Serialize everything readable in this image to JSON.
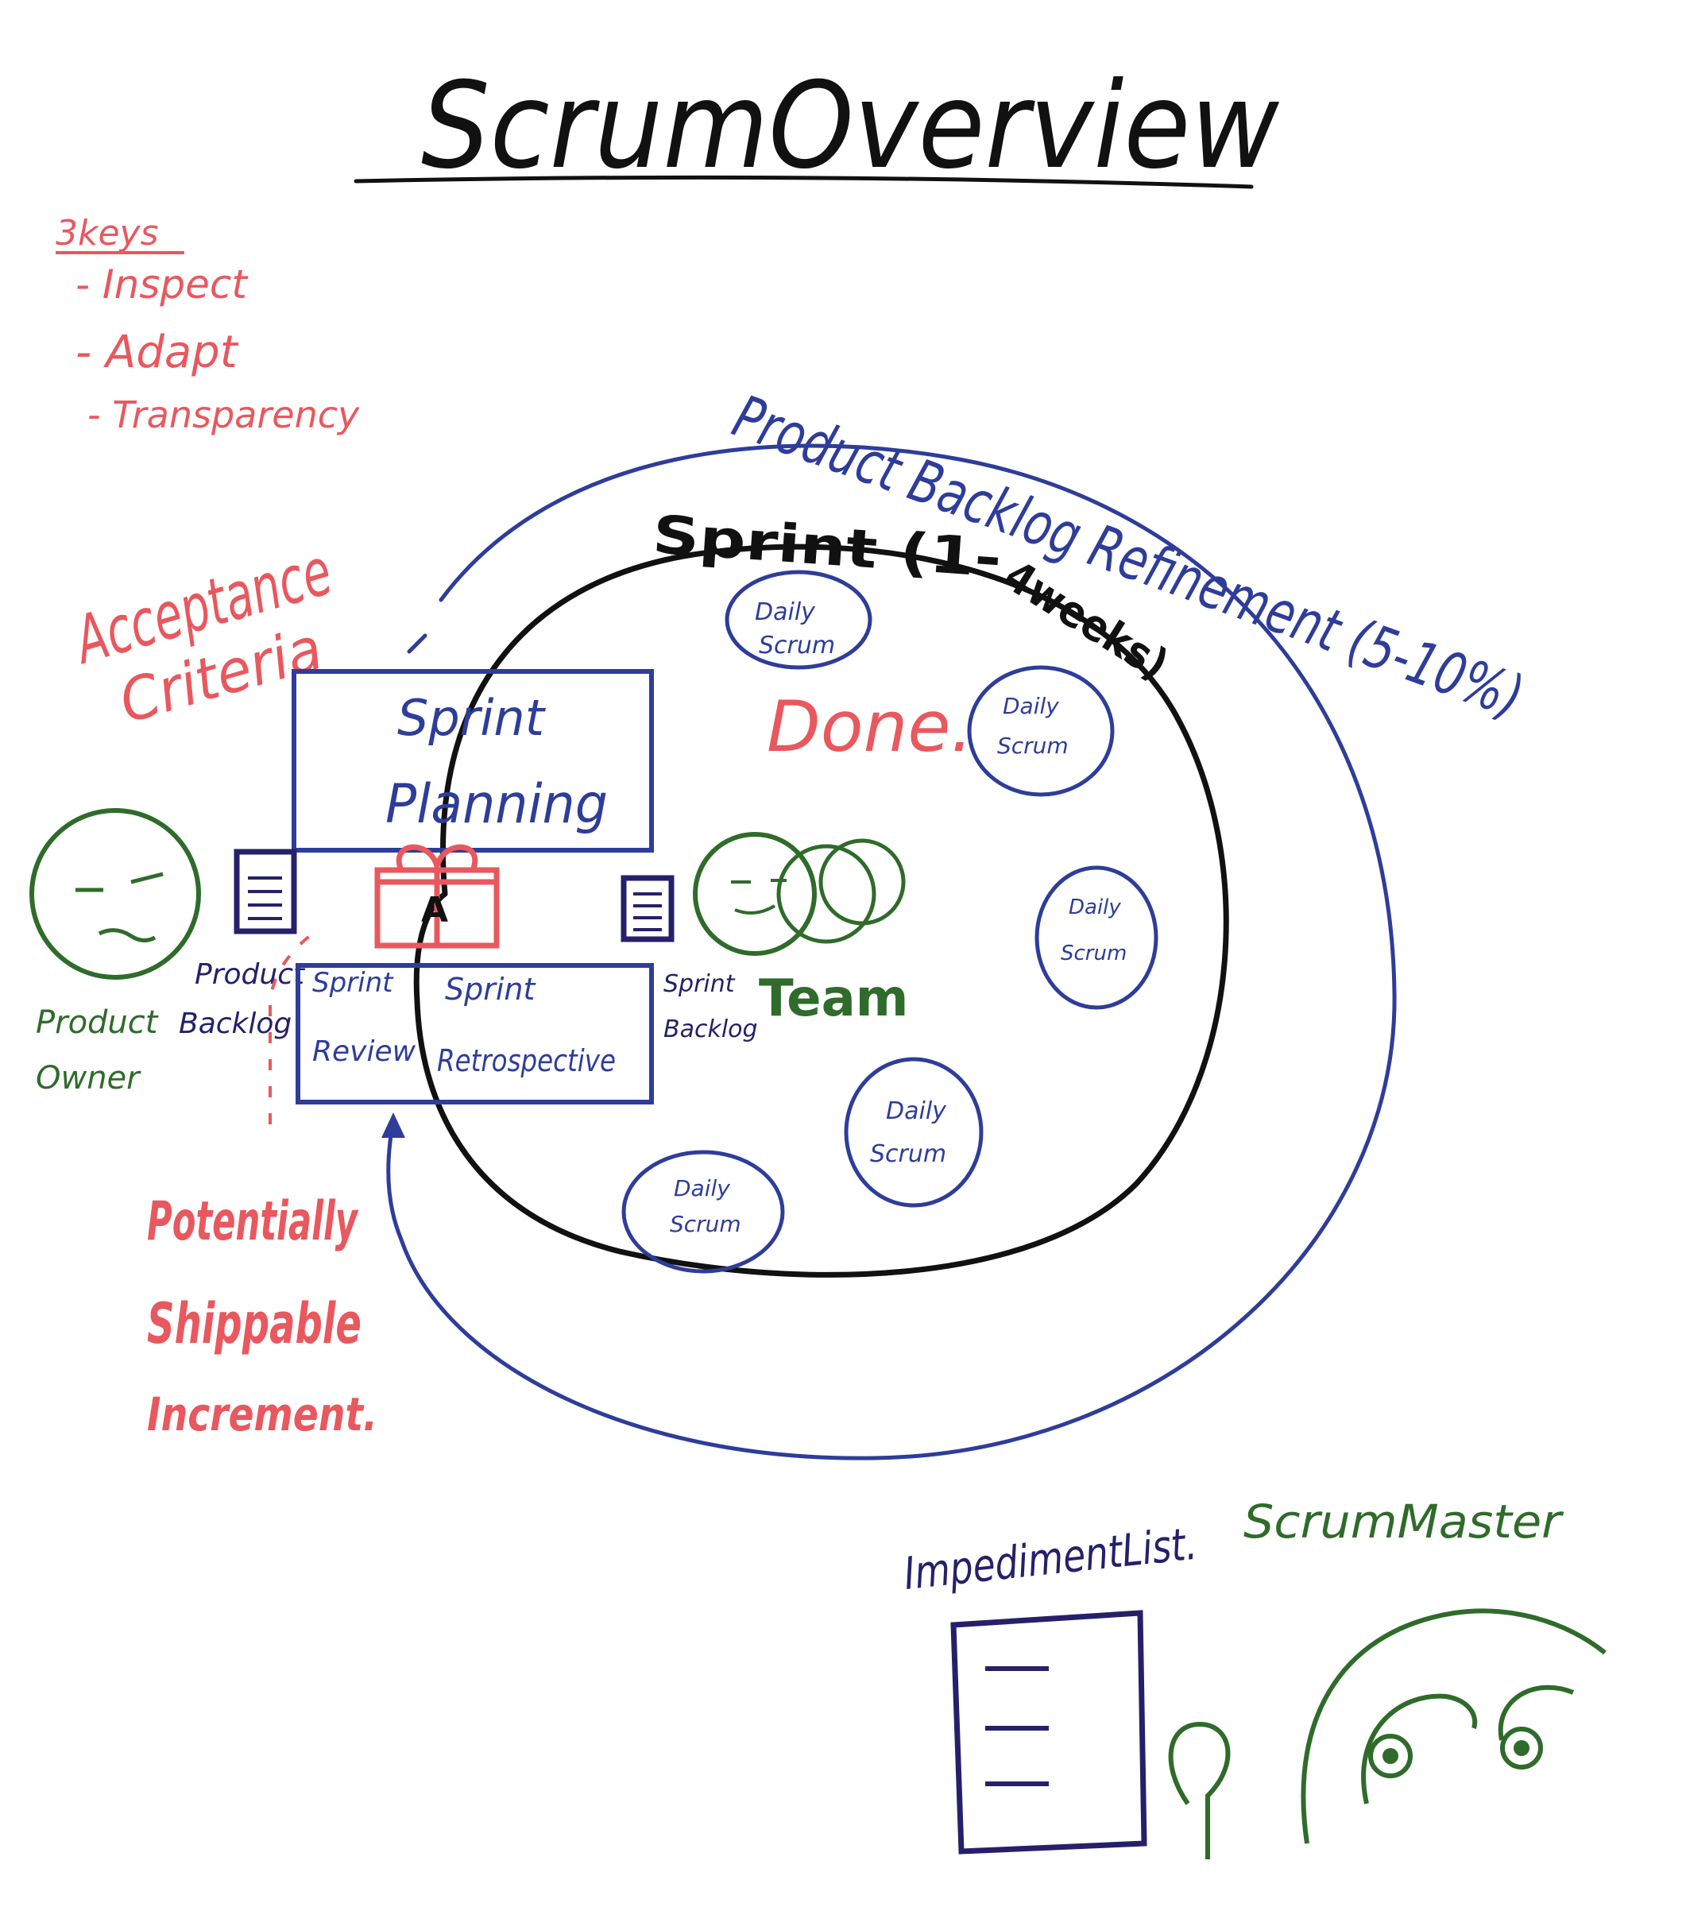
{
  "title": "ScrumOverview",
  "keys": {
    "heading": "3keys",
    "items": [
      "- Inspect",
      "- Adapt",
      "- Transparency"
    ]
  },
  "outer_loop_label": "Product Backlog Refinement (5-10%)",
  "sprint_label_line1": "Sprint (1-",
  "sprint_label_line2": "4weeks)",
  "done_label": "Done.",
  "acceptance_criteria": [
    "Acceptance",
    "Criteria"
  ],
  "sprint_planning": [
    "Sprint",
    "Planning"
  ],
  "sprint_review": [
    "Sprint",
    "Review"
  ],
  "sprint_retrospective": [
    "Sprint",
    "Retrospective"
  ],
  "product_backlog": [
    "Product",
    "Backlog"
  ],
  "sprint_backlog": [
    "Sprint",
    "Backlog"
  ],
  "product_owner": [
    "Product",
    "Owner"
  ],
  "team_label": "Team",
  "daily_scrum_labels": [
    [
      "Daily",
      "Scrum"
    ],
    [
      "Daily",
      "Scrum"
    ],
    [
      "Daily",
      "Scrum"
    ],
    [
      "Daily",
      "Scrum"
    ],
    [
      "Daily",
      "Scrum"
    ]
  ],
  "increment_marker": "A",
  "potentially_shippable_increment": [
    "Potentially",
    "Shippable",
    "Increment."
  ],
  "impediment_list": "ImpedimentList.",
  "scrum_master": "ScrumMaster",
  "colors": {
    "black_marker": "#111111",
    "red_marker": "#e8585e",
    "blue_marker": "#2e3d9a",
    "navy_marker": "#26206a",
    "green_marker": "#2f6b2a"
  }
}
